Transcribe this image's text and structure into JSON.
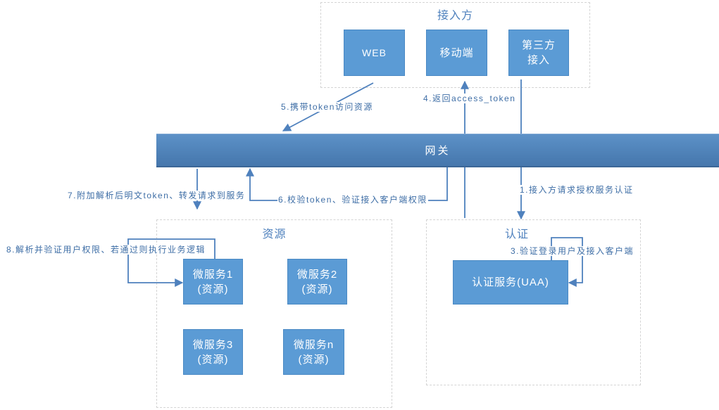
{
  "groups": {
    "client": {
      "title": "接入方"
    },
    "resource": {
      "title": "资源"
    },
    "auth": {
      "title": "认证"
    }
  },
  "nodes": {
    "web": {
      "lines": [
        "WEB"
      ]
    },
    "mobile": {
      "lines": [
        "移动端"
      ]
    },
    "third_party": {
      "lines": [
        "第三方",
        "接入"
      ]
    },
    "gateway": {
      "lines": [
        "网关"
      ]
    },
    "microservice_1": {
      "lines": [
        "微服务1",
        "(资源)"
      ]
    },
    "microservice_2": {
      "lines": [
        "微服务2",
        "(资源)"
      ]
    },
    "microservice_3": {
      "lines": [
        "微服务3",
        "(资源)"
      ]
    },
    "microservice_n": {
      "lines": [
        "微服务n",
        "(资源)"
      ]
    },
    "uaa": {
      "lines": [
        "认证服务(UAA)"
      ]
    }
  },
  "steps": {
    "step_1": "1.接入方请求授权服务认证",
    "step_3": "3.验证登录用户及接入客户端",
    "step_4": "4.返回access_token",
    "step_5": "5.携带token访问资源",
    "step_6": "6.校验token、验证接入客户端权限",
    "step_7": "7.附加解析后明文token、转发请求到服务",
    "step_8": "8.解析并验证用户权限、若通过则执行业务逻辑"
  },
  "colors": {
    "box": "#5b9bd5",
    "box_border": "#4a89c4",
    "gateway_top": "#5d92c8",
    "gateway_bottom": "#4475ab",
    "arrow": "#4f81bd",
    "label": "#3e6ea6",
    "title": "#4f81bd",
    "dashed": "#d4d4d4"
  }
}
